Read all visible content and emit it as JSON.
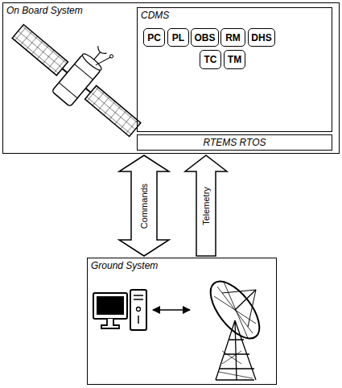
{
  "diagram": {
    "nodes": [
      {
        "text": [
          "On Board System"
        ]
      },
      {
        "text": [
          "CDMS"
        ],
        "in": 0
      },
      {
        "text": [
          "PC"
        ],
        "in": 1
      },
      {
        "text": [
          "PL"
        ],
        "in": 1
      },
      {
        "text": [
          "OBS"
        ],
        "in": 1
      },
      {
        "text": [
          "RM"
        ],
        "in": 1
      },
      {
        "text": [
          "DHS"
        ],
        "in": 1
      },
      {
        "text": [
          "TC"
        ],
        "in": 1
      },
      {
        "text": [
          "TM"
        ],
        "in": 1
      },
      {
        "text": [
          "RTEMS RTOS"
        ],
        "in": 0
      },
      {
        "text": [
          "Ground System"
        ]
      }
    ],
    "edges": [
      {
        "from": 10,
        "to": 0,
        "label": "Commands",
        "arrow": "both"
      },
      {
        "from": 10,
        "to": 0,
        "label": "Telemetry",
        "arrow": "to"
      }
    ]
  }
}
